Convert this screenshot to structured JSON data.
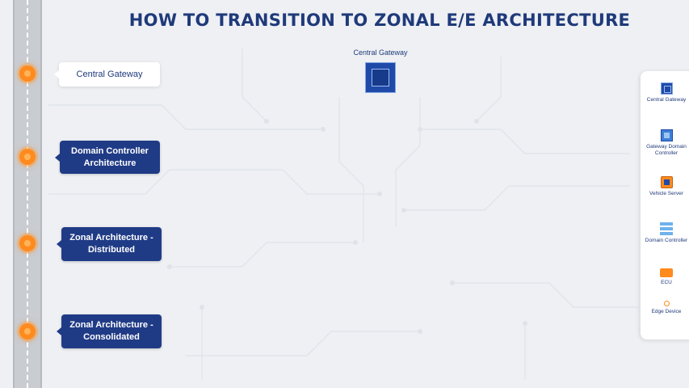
{
  "title": "HOW TO TRANSITION TO ZONAL E/E ARCHITECTURE",
  "steps": [
    {
      "label": "Central Gateway",
      "active": true
    },
    {
      "label": "Domain Controller Architecture",
      "active": false
    },
    {
      "label": "Zonal Architecture - Distributed",
      "active": false
    },
    {
      "label": "Zonal Architecture - Consolidated",
      "active": false
    }
  ],
  "diagram": {
    "node_label": "Central Gateway",
    "node_icon": "central-gateway-chip-icon"
  },
  "legend": {
    "items": [
      {
        "label": "Central Gateway",
        "icon": "central-gateway-icon"
      },
      {
        "label": "Gateway Domain Controller",
        "icon": "gateway-domain-controller-icon"
      },
      {
        "label": "Vehicle Server",
        "icon": "vehicle-server-icon"
      },
      {
        "label": "Domain Controller",
        "icon": "domain-controller-icon"
      },
      {
        "label": "ECU",
        "icon": "ecu-icon"
      },
      {
        "label": "Edge Device",
        "icon": "edge-device-icon"
      }
    ]
  },
  "colors": {
    "brand_navy": "#203b86",
    "accent_orange": "#ff8a1e",
    "background": "#eef0f4"
  }
}
